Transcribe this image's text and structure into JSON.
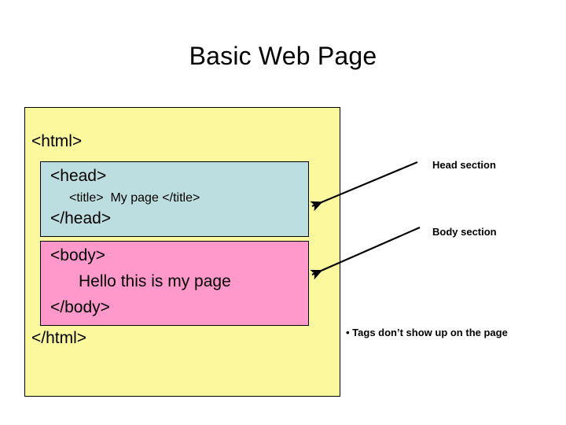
{
  "slide": {
    "title": "Basic Web Page"
  },
  "code": {
    "html_open": "<html>",
    "html_close": "</html>",
    "head": {
      "open": "<head>",
      "title_line": "<title>  My page </title>",
      "close": "</head>"
    },
    "body": {
      "open": "<body>",
      "text_line": "Hello this is my page",
      "close": "</body>"
    }
  },
  "callouts": [
    {
      "label": "Head section"
    },
    {
      "label": "Body section"
    }
  ],
  "notes": {
    "bullet_glyph": "•",
    "bullet_text": " Tags don’t show up on the page"
  },
  "colors": {
    "html_box_fill": "#FBF89E",
    "head_box_fill": "#BCDEE0",
    "body_box_fill": "#FF99CC",
    "outline": "#000000",
    "background": "#FFFFFF",
    "text": "#000000"
  }
}
